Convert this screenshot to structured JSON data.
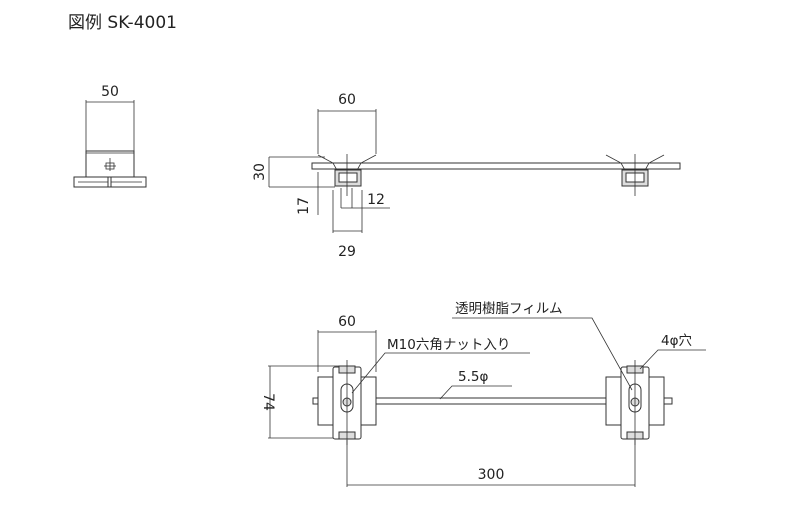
{
  "title": "図例 SK-4001",
  "side_view": {
    "width_dim": "50"
  },
  "front_view": {
    "width_dim": "60",
    "height_dim": "30",
    "depth_dim": "17",
    "slot_dim": "12",
    "base_dim": "29"
  },
  "plan_view": {
    "width_dim": "60",
    "height_dim": "74",
    "span_dim": "300",
    "labels": {
      "nut": "M10六角ナット入り",
      "rod": "5.5φ",
      "film": "透明樹脂フィルム",
      "hole": "4φ穴"
    }
  }
}
